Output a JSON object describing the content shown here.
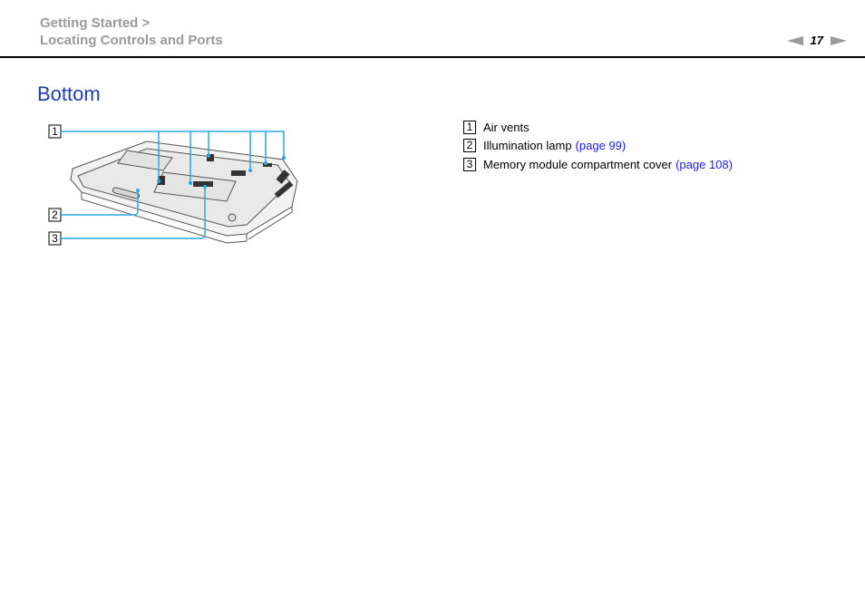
{
  "header": {
    "breadcrumb_line1": "Getting Started >",
    "breadcrumb_line2": "Locating Controls and Ports",
    "page_number": "17"
  },
  "section": {
    "title": "Bottom"
  },
  "callouts": [
    "1",
    "2",
    "3"
  ],
  "legend": [
    {
      "num": "1",
      "text": "Air vents",
      "link": ""
    },
    {
      "num": "2",
      "text": "Illumination lamp",
      "link": "(page 99)"
    },
    {
      "num": "3",
      "text": "Memory module compartment cover",
      "link": "(page 108)"
    }
  ],
  "colors": {
    "accent": "#1f3fb0",
    "callout_line": "#2aa7e0",
    "link": "#1a1aff",
    "muted": "#9a9a9a"
  }
}
